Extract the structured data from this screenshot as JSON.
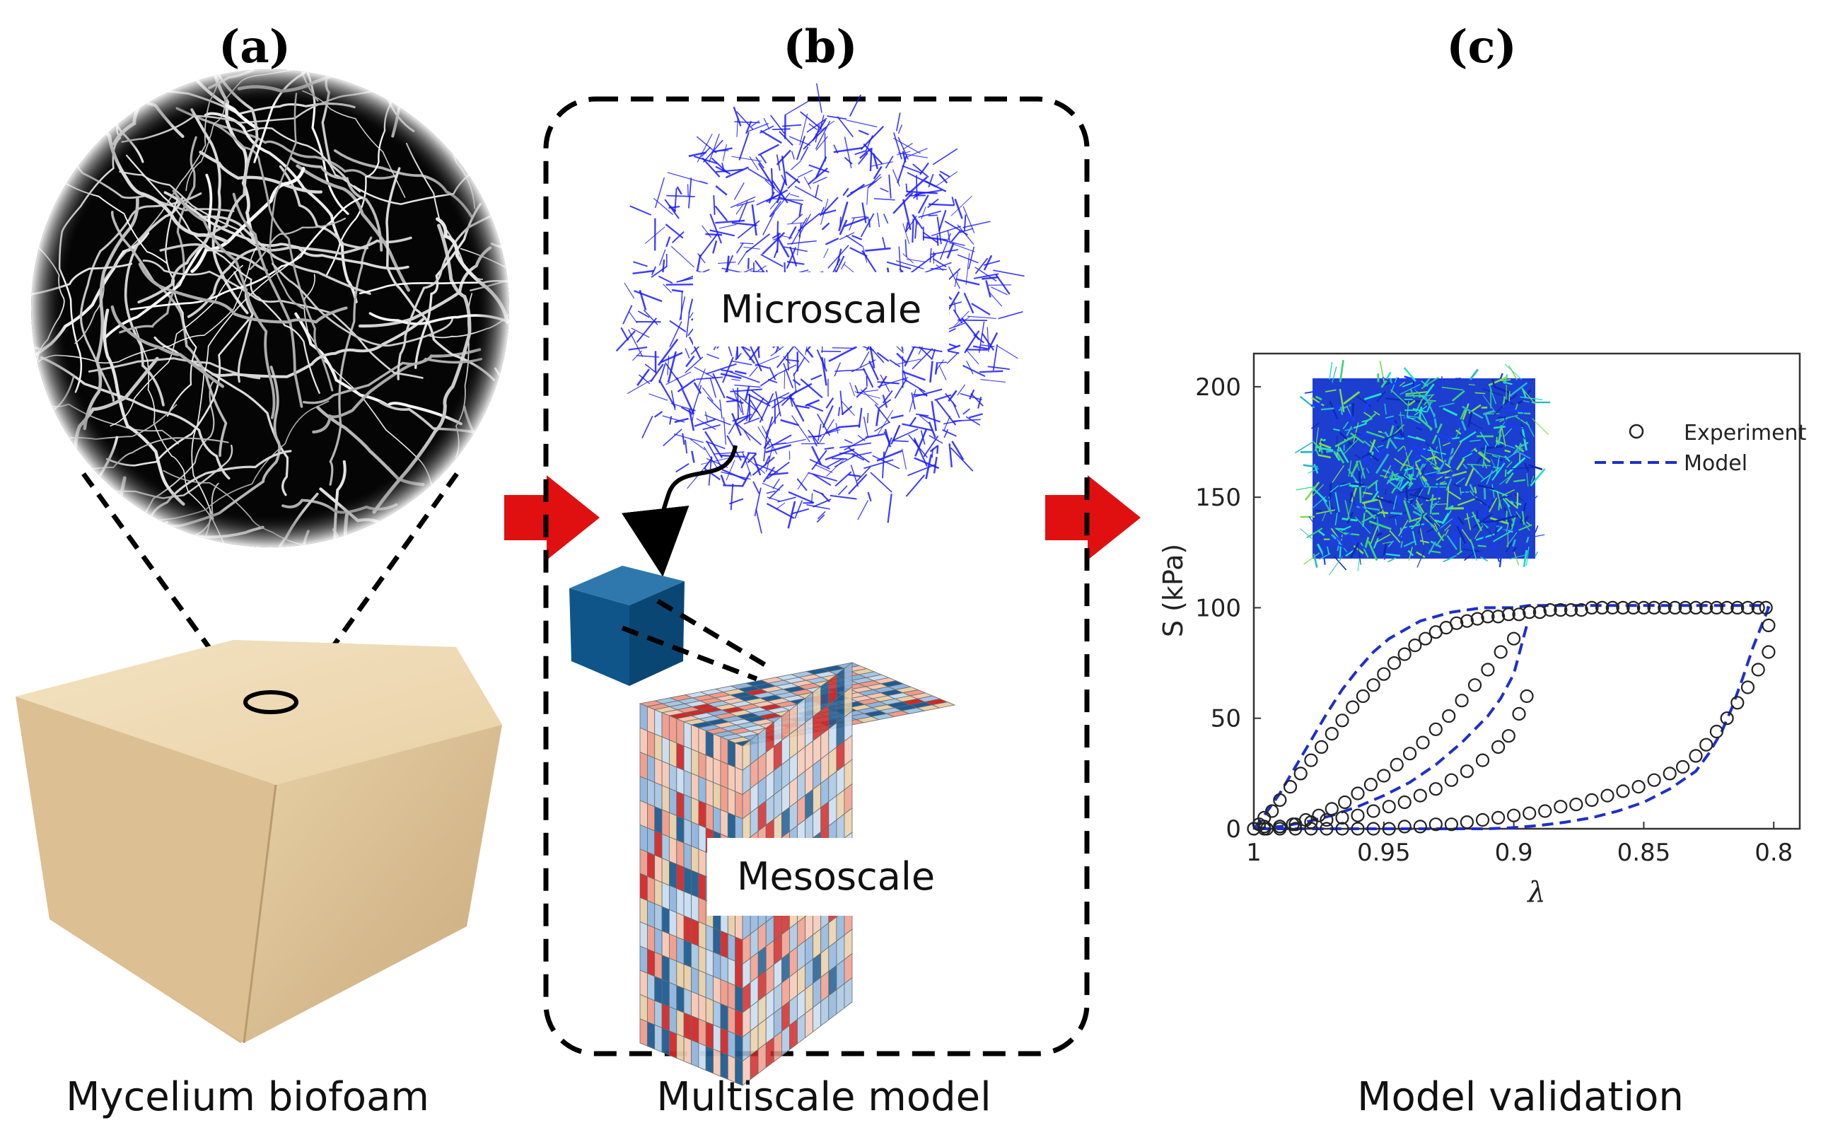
{
  "panels": {
    "a": {
      "letter": "(a)",
      "caption": "Mycelium biofoam"
    },
    "b": {
      "letter": "(b)",
      "caption": "Multiscale model",
      "micro_label": "Microscale",
      "meso_label": "Mesoscale"
    },
    "c": {
      "letter": "(c)",
      "caption": "Model validation"
    }
  },
  "colors": {
    "arrow": "#e01010",
    "network": "#1a1aff",
    "cube": "#0d5a8c",
    "foam": "#e8d2a8",
    "model_line": "#1f2fc8",
    "experiment_marker": "#222222",
    "meso_palette": [
      "#ef9b8a",
      "#c9dcf0",
      "#1d5c92",
      "#d22828",
      "#e8cfa8",
      "#8eb4dd",
      "#f5c7b5",
      "#a7c5e3"
    ]
  },
  "icons": {
    "arrow_1": "right-arrow-icon",
    "arrow_2": "right-arrow-icon",
    "curved": "curved-arrow-icon"
  },
  "chart_data": {
    "type": "scatter",
    "xlabel": "λ",
    "ylabel": "S (kPa)",
    "xlim": [
      1.0,
      0.79
    ],
    "ylim": [
      0,
      215
    ],
    "x_reversed": true,
    "xticks": [
      1,
      0.95,
      0.9,
      0.85,
      0.8
    ],
    "xtick_labels": [
      "1",
      "0.95",
      "0.9",
      "0.85",
      "0.8"
    ],
    "yticks": [
      0,
      50,
      100,
      150,
      200
    ],
    "ytick_labels": [
      "0",
      "50",
      "100",
      "150",
      "200"
    ],
    "legend": {
      "position": "top-right",
      "entries": [
        "Experiment",
        "Model"
      ]
    },
    "series": [
      {
        "name": "Experiment",
        "style": "open-circles",
        "x": [
          1.0,
          0.998,
          0.996,
          0.993,
          0.99,
          0.986,
          0.982,
          0.978,
          0.974,
          0.97,
          0.966,
          0.962,
          0.958,
          0.954,
          0.95,
          0.946,
          0.942,
          0.938,
          0.934,
          0.93,
          0.926,
          0.922,
          0.918,
          0.914,
          0.91,
          0.906,
          0.902,
          0.898,
          0.894,
          0.89,
          0.886,
          0.882,
          0.878,
          0.874,
          0.87,
          0.866,
          0.862,
          0.858,
          0.854,
          0.85,
          0.846,
          0.842,
          0.838,
          0.834,
          0.83,
          0.826,
          0.822,
          0.818,
          0.814,
          0.81,
          0.806,
          0.803,
          0.802,
          0.802,
          0.806,
          0.81,
          0.814,
          0.818,
          0.822,
          0.826,
          0.83,
          0.835,
          0.84,
          0.846,
          0.852,
          0.858,
          0.864,
          0.87,
          0.876,
          0.882,
          0.888,
          0.894,
          0.9,
          0.906,
          0.912,
          0.918,
          0.924,
          0.93,
          0.936,
          0.942,
          0.948,
          0.954,
          0.96,
          0.966,
          0.972,
          0.978,
          0.984,
          0.99,
          0.996,
          1.0,
          0.996,
          0.99,
          0.984,
          0.978,
          0.972,
          0.966,
          0.96,
          0.954,
          0.948,
          0.942,
          0.936,
          0.93,
          0.924,
          0.918,
          0.912,
          0.906,
          0.902,
          0.898,
          0.895,
          0.9,
          0.905,
          0.91,
          0.915,
          0.92,
          0.925,
          0.93,
          0.935,
          0.94,
          0.945,
          0.95,
          0.955,
          0.96,
          0.965,
          0.97,
          0.975,
          0.98,
          0.985,
          0.99,
          0.995
        ],
        "y": [
          0,
          2,
          5,
          8,
          13,
          19,
          25,
          31,
          37,
          43,
          49,
          55,
          60,
          65,
          70,
          75,
          79,
          83,
          86,
          89,
          91,
          93,
          94,
          95,
          96,
          96,
          97,
          97,
          98,
          98,
          99,
          99,
          99,
          99,
          100,
          100,
          100,
          100,
          100,
          100,
          100,
          100,
          100,
          100,
          100,
          100,
          100,
          100,
          100,
          100,
          100,
          100,
          92,
          80,
          72,
          64,
          57,
          50,
          44,
          38,
          33,
          28,
          25,
          22,
          19,
          17,
          15,
          13,
          11,
          10,
          8,
          7,
          6,
          5,
          4,
          3,
          2,
          2,
          1,
          1,
          0,
          0,
          0,
          0,
          0,
          0,
          0,
          0,
          0,
          0,
          1,
          1,
          2,
          3,
          4,
          5,
          6,
          8,
          10,
          12,
          15,
          18,
          22,
          26,
          31,
          37,
          42,
          52,
          60,
          86,
          80,
          72,
          65,
          58,
          51,
          45,
          39,
          34,
          29,
          24,
          20,
          16,
          12,
          9,
          6,
          4,
          2,
          1,
          0
        ]
      },
      {
        "name": "Model",
        "style": "dashed-line",
        "x": [
          1.0,
          0.996,
          0.99,
          0.984,
          0.978,
          0.972,
          0.966,
          0.96,
          0.954,
          0.948,
          0.942,
          0.936,
          0.93,
          0.924,
          0.918,
          0.912,
          0.906,
          0.9,
          0.894,
          0.888,
          0.882,
          0.876,
          0.87,
          0.86,
          0.85,
          0.84,
          0.83,
          0.82,
          0.81,
          0.804,
          0.802,
          0.804,
          0.808,
          0.812,
          0.816,
          0.82,
          0.825,
          0.83,
          0.84,
          0.85,
          0.86,
          0.87,
          0.88,
          0.89,
          0.9,
          0.91,
          0.92,
          0.93,
          0.94,
          0.95,
          0.96,
          0.97,
          0.98,
          0.99,
          1.0,
          0.99,
          0.98,
          0.97,
          0.96,
          0.95,
          0.94,
          0.93,
          0.92,
          0.91,
          0.905,
          0.9,
          0.895
        ],
        "y": [
          0,
          6,
          16,
          28,
          40,
          52,
          63,
          72,
          80,
          86,
          90,
          94,
          96,
          98,
          99,
          100,
          100,
          100,
          101,
          101,
          101,
          101,
          101,
          101,
          101,
          101,
          101,
          101,
          101,
          101,
          100,
          94,
          82,
          68,
          55,
          44,
          34,
          26,
          18,
          12,
          8,
          5,
          3,
          1.5,
          0.5,
          0,
          0,
          0,
          0,
          0,
          0,
          0,
          0,
          0,
          0,
          1,
          3,
          6,
          10,
          15,
          21,
          29,
          39,
          51,
          59,
          70,
          92
        ]
      }
    ]
  }
}
